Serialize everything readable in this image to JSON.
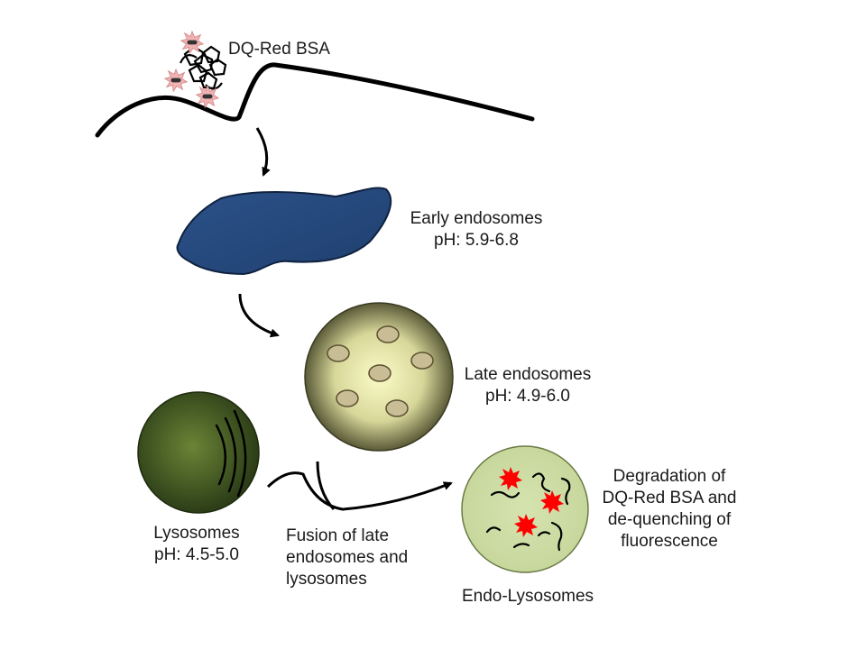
{
  "labels": {
    "dq_red_bsa": "DQ-Red BSA",
    "early_endosomes": {
      "name": "Early endosomes",
      "ph": "pH: 5.9-6.8"
    },
    "late_endosomes": {
      "name": "Late endosomes",
      "ph": "pH: 4.9-6.0"
    },
    "lysosomes": {
      "name": "Lysosomes",
      "ph": "pH: 4.5-5.0"
    },
    "fusion": {
      "line1": "Fusion of late",
      "line2": "endosomes and",
      "line3": "lysosomes"
    },
    "degradation": {
      "line1": "Degradation of",
      "line2": "DQ-Red BSA and",
      "line3": "de-quenching of",
      "line4": "fluorescence"
    },
    "endo_lysosomes": "Endo-Lysosomes"
  },
  "colors": {
    "early_endosome": "#1f3f6e",
    "late_endosome_center": "#fbfbc8",
    "late_endosome_edge": "#5a5a38",
    "vesicle": "#c9bd96",
    "lysosome_center": "#6a8436",
    "lysosome_edge": "#2c3d17",
    "endo_lysosome": "#c5d69a",
    "fluorophore_quenched": "#f1b3b3",
    "fluorophore_active": "#ff0000",
    "stroke": "#000000"
  }
}
